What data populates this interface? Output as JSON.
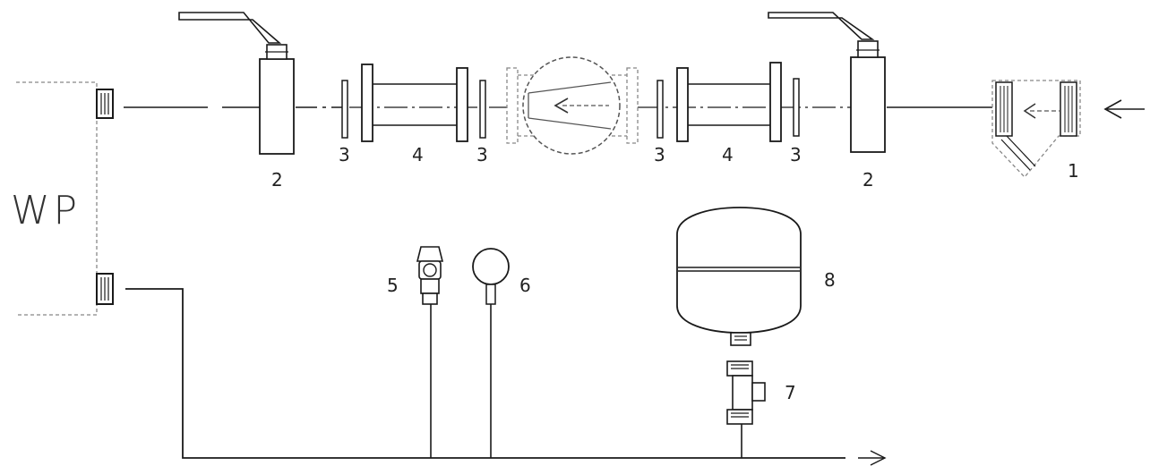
{
  "labels": {
    "heat_pump": "WP",
    "strainer": "1",
    "shutoff_valve_right": "2",
    "shutoff_valve_left": "2",
    "gasket_1": "3",
    "gasket_2": "3",
    "gasket_3": "3",
    "gasket_4": "3",
    "spool_piece_left": "4",
    "spool_piece_right": "4",
    "safety_valve": "5",
    "pressure_gauge": "6",
    "cap_valve": "7",
    "expansion_vessel": "8"
  },
  "colors": {
    "line": "#1a1a1a",
    "dashed": "#777777"
  },
  "icons": {
    "flow_in": "arrow-left-icon",
    "flow_out": "arrow-right-icon",
    "pump_direction": "arrow-left-icon"
  }
}
